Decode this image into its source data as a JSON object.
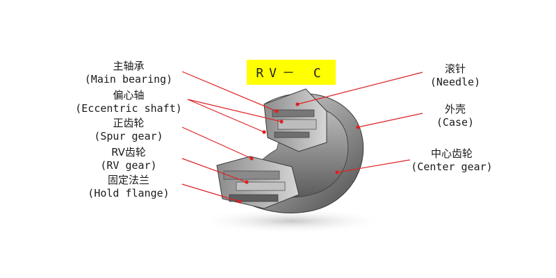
{
  "title": "RV－ C",
  "callouts_left": [
    {
      "zh": "主轴承",
      "en": "(Main bearing)"
    },
    {
      "zh": "偏心轴",
      "en": "(Eccentric shaft)"
    },
    {
      "zh": "正齿轮",
      "en": "(Spur gear)"
    },
    {
      "zh": "RV齿轮",
      "en": "(RV gear)"
    },
    {
      "zh": "固定法兰",
      "en": "(Hold flange)"
    }
  ],
  "callouts_right": [
    {
      "zh": "滚针",
      "en": "(Needle)"
    },
    {
      "zh": "外壳",
      "en": "(Case)"
    },
    {
      "zh": "中心齿轮",
      "en": "(Center gear)"
    }
  ],
  "colors": {
    "title_background": "#ffff00",
    "leader_line": "#e02020",
    "metal_light": "#d8d8d8",
    "metal_dark": "#6a6a6a"
  }
}
